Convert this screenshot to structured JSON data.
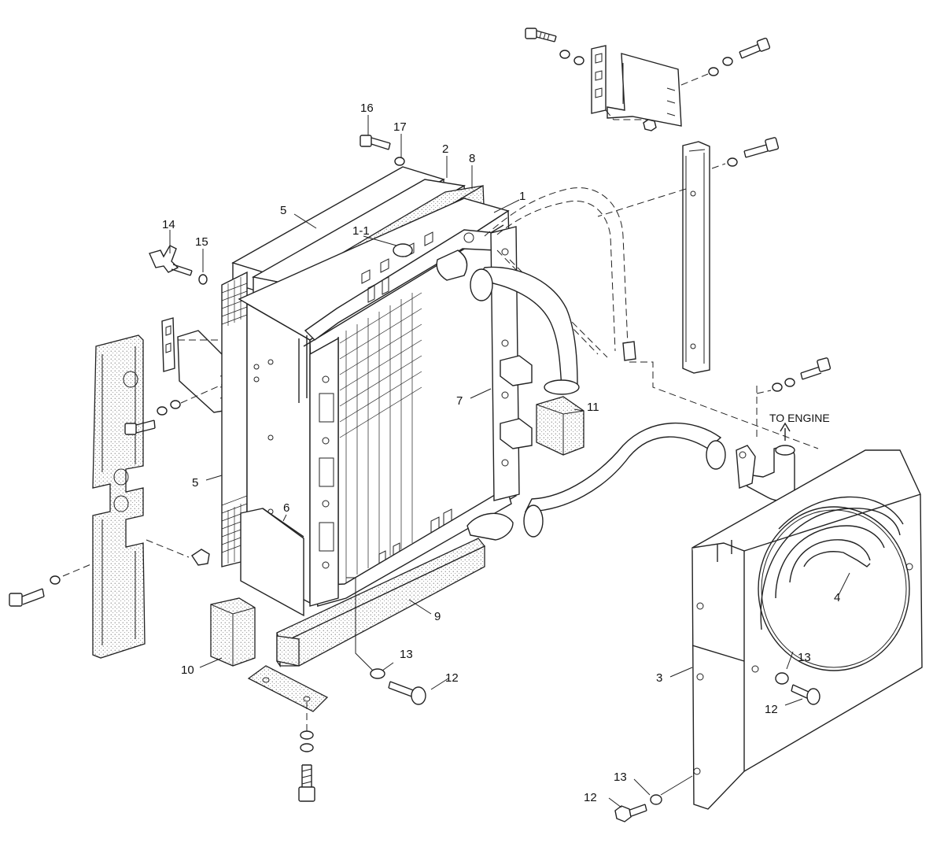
{
  "diagram": {
    "annotation": "TO ENGINE",
    "callouts": [
      "1",
      "1-1",
      "2",
      "3",
      "4",
      "5",
      "5",
      "6",
      "7",
      "8",
      "9",
      "10",
      "11",
      "12",
      "12",
      "12",
      "13",
      "13",
      "13",
      "14",
      "15",
      "16",
      "17"
    ]
  }
}
